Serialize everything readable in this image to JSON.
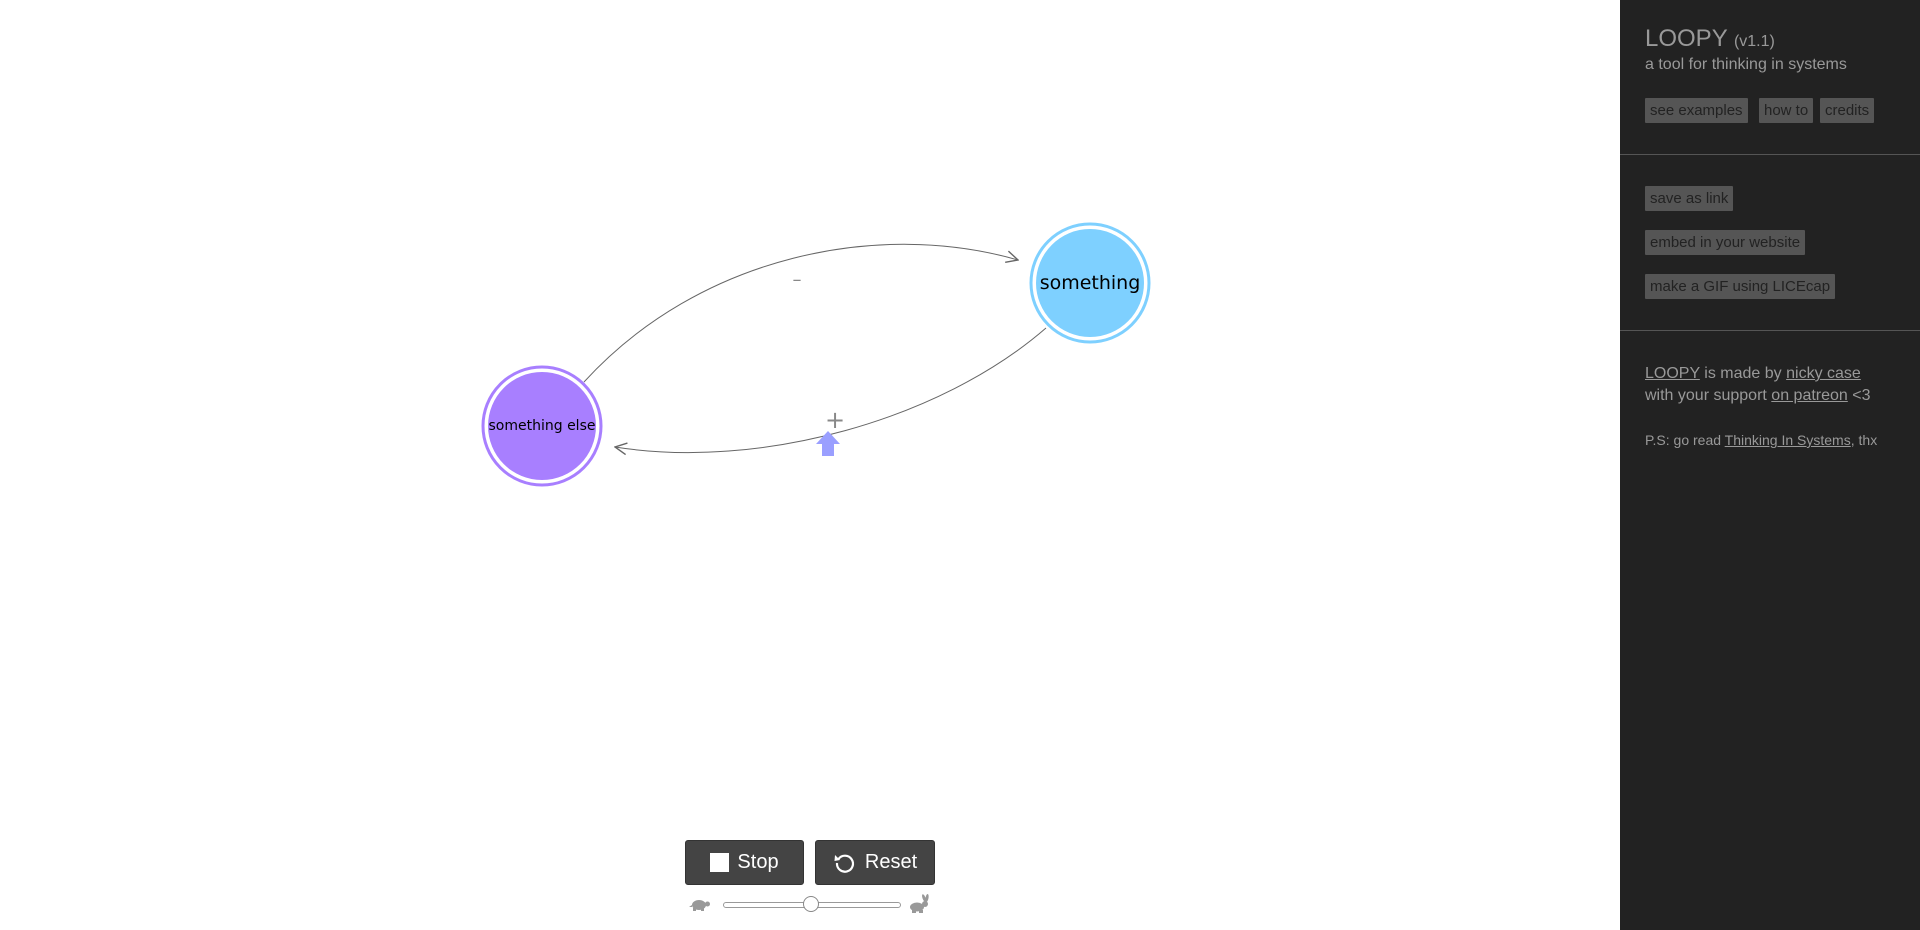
{
  "canvas": {
    "nodes": [
      {
        "id": "something",
        "label": "something",
        "color": "#7ed0ff",
        "ring": "#7ed0ff"
      },
      {
        "id": "something-else",
        "label": "something else",
        "color": "#a87fff",
        "ring": "#a87fff"
      }
    ],
    "edges": [
      {
        "from": "something-else",
        "to": "something",
        "sign": "–"
      },
      {
        "from": "something",
        "to": "something-else",
        "sign": "+"
      }
    ],
    "signal": {
      "color": "#9a9fff",
      "direction": "up"
    }
  },
  "controls": {
    "stop_label": "Stop",
    "reset_label": "Reset",
    "speed": 0.5,
    "slow_icon": "turtle-icon",
    "fast_icon": "rabbit-icon"
  },
  "sidebar": {
    "title": "LOOPY",
    "version": "(v1.1)",
    "subtitle": "a tool for thinking in systems",
    "nav_buttons": [
      "see examples",
      "how to",
      "credits"
    ],
    "share_buttons": [
      "save as link",
      "embed in your website",
      "make a GIF using LICEcap"
    ],
    "credit": {
      "app_link": "LOOPY",
      "made_by": "is made by",
      "author_link": "nicky case",
      "support_prefix": "with your support",
      "patreon_link": "on patreon",
      "support_suffix": "<3"
    },
    "ps": {
      "prefix": "P.S: go read",
      "book_link": "Thinking In Systems",
      "suffix": ", thx"
    }
  },
  "colors": {
    "sidebar_bg": "#222222",
    "sidebar_text": "#999999",
    "sidebar_button_bg": "#555555",
    "control_button_bg": "#444444"
  }
}
